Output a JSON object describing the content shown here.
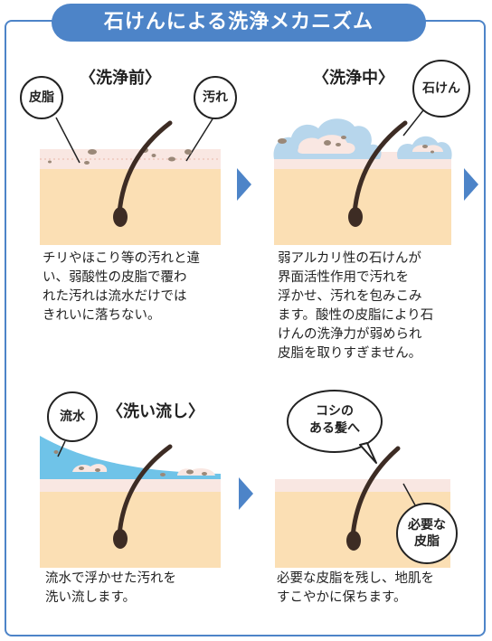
{
  "title": "石けんによる洗浄メカニズム",
  "panels": [
    {
      "heading": "〈洗浄前〉",
      "labels": [
        "皮脂",
        "汚れ"
      ],
      "text": [
        "チリやほこり等の汚れと違",
        "い、弱酸性の皮脂で覆わ",
        "れた汚れは流水だけでは",
        "きれいに落ちない。"
      ]
    },
    {
      "heading": "〈洗浄中〉",
      "labels": [
        "石けん"
      ],
      "text": [
        "弱アルカリ性の石けんが",
        "界面活性作用で汚れを",
        "浮かせ、汚れを包みこみ",
        "ます。酸性の皮脂により石",
        "けんの洗浄力が弱められ",
        "皮脂を取りすぎません。"
      ]
    },
    {
      "heading": "〈洗い流し〉",
      "labels": [
        "流水"
      ],
      "text": [
        "流水で浮かせた汚れを",
        "洗い流します。"
      ]
    },
    {
      "heading": "",
      "labels": [
        "コシの",
        "ある髪へ",
        "必要な",
        "皮脂"
      ],
      "text": [
        "必要な皮脂を残し、地肌を",
        "すこやかに保ちます。"
      ]
    }
  ],
  "colors": {
    "accent": "#4d84c8",
    "skin": "#fbdfb4",
    "sebum": "#f9e7e2",
    "dirt": "#9a8878",
    "soap_foam": "#b7d6ec",
    "water": "#6fc3e8",
    "hair": "#3d2c24"
  }
}
